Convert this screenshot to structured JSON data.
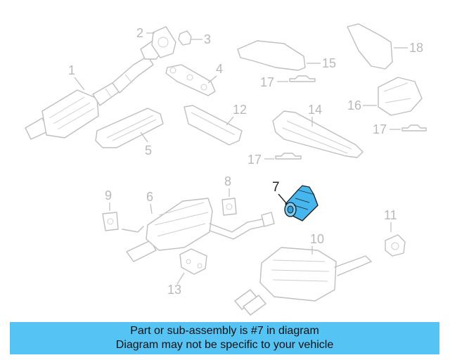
{
  "highlight_color": "#46b7ee",
  "banner_color": "#55c4f5",
  "callouts": {
    "c1": "1",
    "c2": "2",
    "c3": "3",
    "c4": "4",
    "c5": "5",
    "c6": "6",
    "c7": "7",
    "c8": "8",
    "c9": "9",
    "c10": "10",
    "c11": "11",
    "c12": "12",
    "c13": "13",
    "c14": "14",
    "c15": "15",
    "c16": "16",
    "c17a": "17",
    "c17b": "17",
    "c17c": "17",
    "c18": "18"
  },
  "banner": {
    "line1": "Part or sub-assembly is #7 in diagram",
    "line2": "Diagram may not be specific to your vehicle"
  }
}
